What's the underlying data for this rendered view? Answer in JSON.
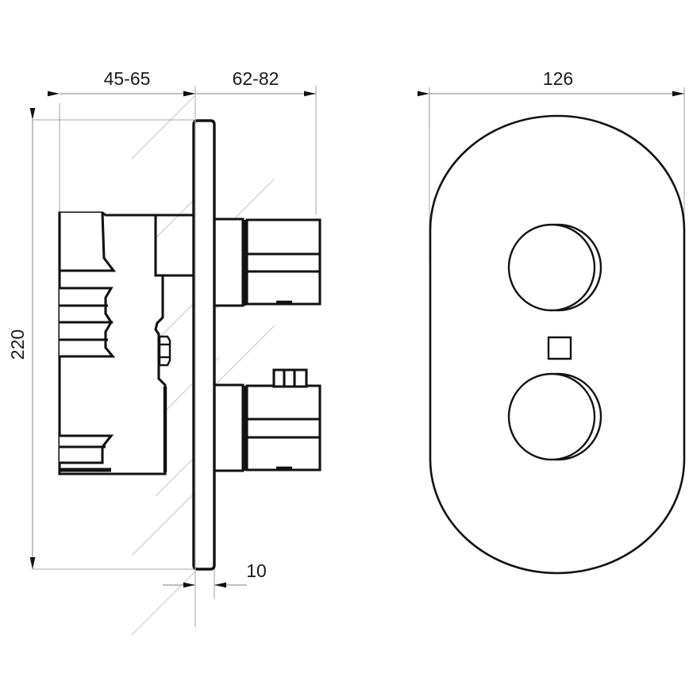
{
  "drawing": {
    "title": "Concealed thermostatic shower mixer - technical dimension drawing",
    "type": "engineering-line-drawing",
    "units": "mm",
    "views": [
      {
        "name": "side-section-view",
        "position": "left"
      },
      {
        "name": "front-view",
        "position": "right"
      }
    ],
    "line_color": "#1a1a1a",
    "hatch_color": "#c8c8c8",
    "thin_line_color": "#9a9a9a",
    "background": "#ffffff"
  },
  "dimensions": {
    "wall_depth": {
      "label": "45-65",
      "value_min": 45,
      "value_max": 65,
      "view": "side-section-view",
      "orientation": "horizontal",
      "position": "top-left"
    },
    "projection": {
      "label": "62-82",
      "value_min": 62,
      "value_max": 82,
      "view": "side-section-view",
      "orientation": "horizontal",
      "position": "top-right"
    },
    "body_height": {
      "label": "220",
      "value": 220,
      "view": "side-section-view",
      "orientation": "vertical",
      "position": "left"
    },
    "plate_thickness": {
      "label": "10",
      "value": 10,
      "view": "side-section-view",
      "orientation": "horizontal",
      "position": "bottom"
    },
    "plate_width": {
      "label": "126",
      "value": 126,
      "view": "front-view",
      "orientation": "horizontal",
      "position": "top"
    }
  },
  "parts": {
    "side_view": {
      "cover_plate": "escutcheon-plate-section",
      "valve_body": "concealed-valve-body",
      "upper_handle": "upper-control-handle",
      "lower_handle": "lower-control-handle",
      "lower_handle_tab": "lever-tab",
      "wall_hatch": "wall-section-hatch",
      "center_line": "plate-centerline"
    },
    "front_view": {
      "plate": "oval-escutcheon-plate",
      "upper_knob": "upper-round-knob",
      "lower_knob": "lower-round-knob",
      "lower_knob_tab": "lever-tab"
    }
  }
}
